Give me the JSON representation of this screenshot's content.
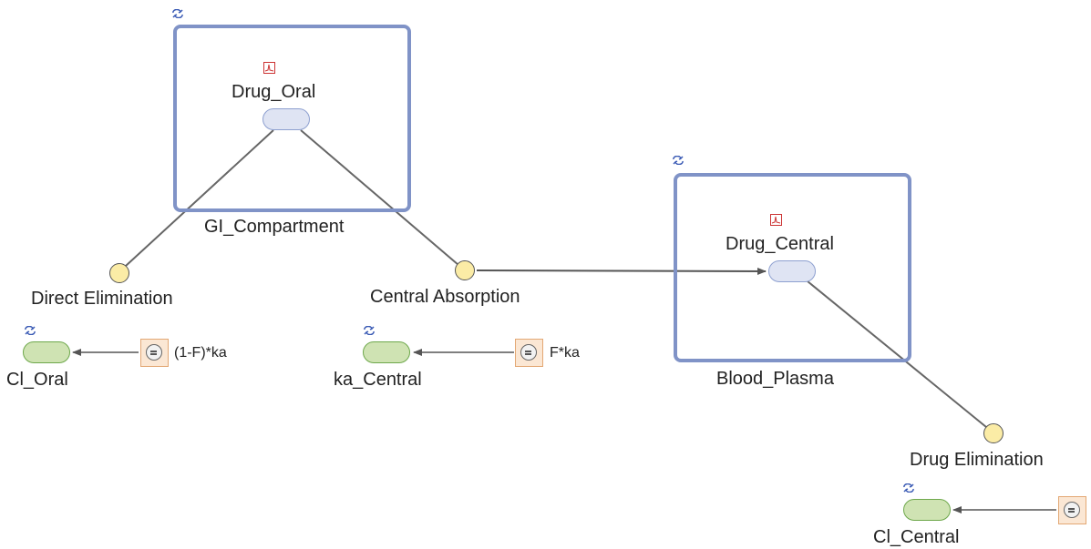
{
  "compartments": {
    "gi": "GI_Compartment",
    "blood": "Blood_Plasma"
  },
  "species": {
    "oral": "Drug_Oral",
    "central": "Drug_Central"
  },
  "reactions": {
    "direct": "Direct Elimination",
    "absorption": "Central Absorption",
    "elimination": "Drug Elimination"
  },
  "parameters": {
    "cl_oral": "Cl_Oral",
    "ka_central": "ka_Central",
    "cl_central": "Cl_Central"
  },
  "rules": {
    "cl_oral_expr": "(1-F)*ka",
    "ka_central_expr": "F*ka"
  },
  "colors": {
    "compartment_border": "#8093c7",
    "species_fill": "#dfe4f3",
    "parameter_fill": "#cfe3b3",
    "reaction_fill": "#fbeca6",
    "rule_fill": "#fbe7d4"
  }
}
